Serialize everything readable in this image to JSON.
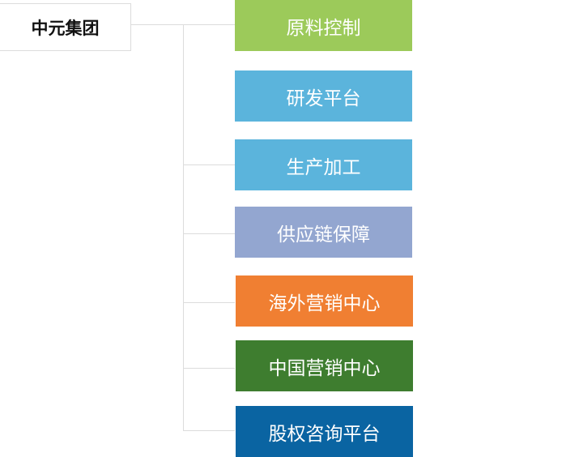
{
  "root": {
    "label": "中元集团"
  },
  "nodes": [
    {
      "label": "原料控制",
      "color": "#9cca5a"
    },
    {
      "label": "研发平台",
      "color": "#5bb4dc"
    },
    {
      "label": "生产加工",
      "color": "#5bb4dc"
    },
    {
      "label": "供应链保障",
      "color": "#93a6d0"
    },
    {
      "label": "海外营销中心",
      "color": "#f07f32"
    },
    {
      "label": "中国营销中心",
      "color": "#3e7d2f"
    },
    {
      "label": "股权咨询平台",
      "color": "#0a64a2"
    }
  ]
}
